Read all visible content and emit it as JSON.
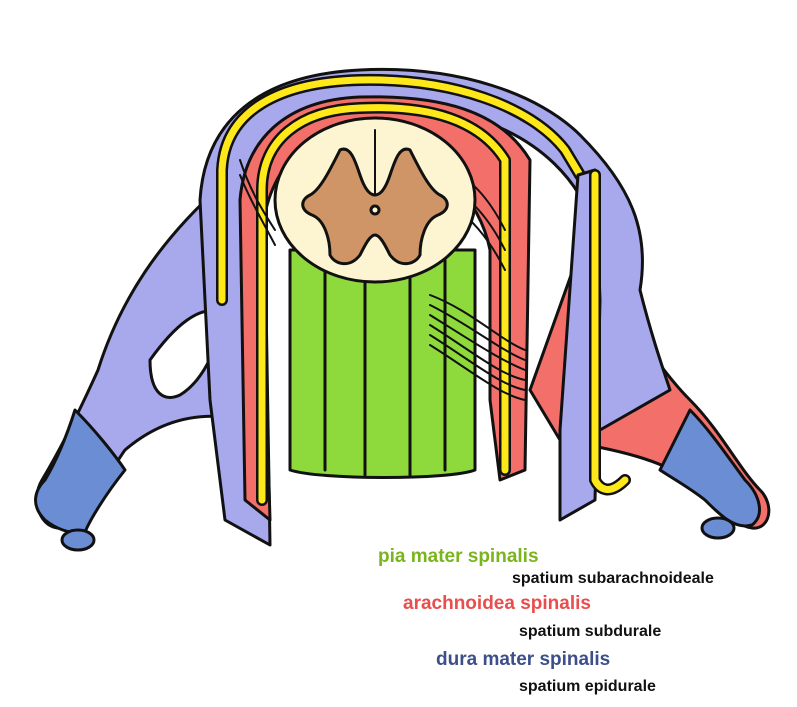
{
  "colors": {
    "pia": "#8ed93c",
    "arachnoid": "#f36f6a",
    "dura": "#a8a8ec",
    "nerve_blue": "#6b8dd3",
    "yellow": "#ffe81a",
    "white_matter": "#fdf5d2",
    "grey_matter": "#cf9567",
    "outline": "#111111",
    "label_pia": "#7ab51d",
    "label_arachnoid": "#e94d4d",
    "label_dura": "#3c4f8a"
  },
  "labels": {
    "pia": "pia mater spinalis",
    "subarachnoid": "spatium subarachnoideale",
    "arachnoid": "arachnoidea spinalis",
    "subdural": "spatium subdurale",
    "dura": "dura mater spinalis",
    "epidural": "spatium epidurale"
  }
}
